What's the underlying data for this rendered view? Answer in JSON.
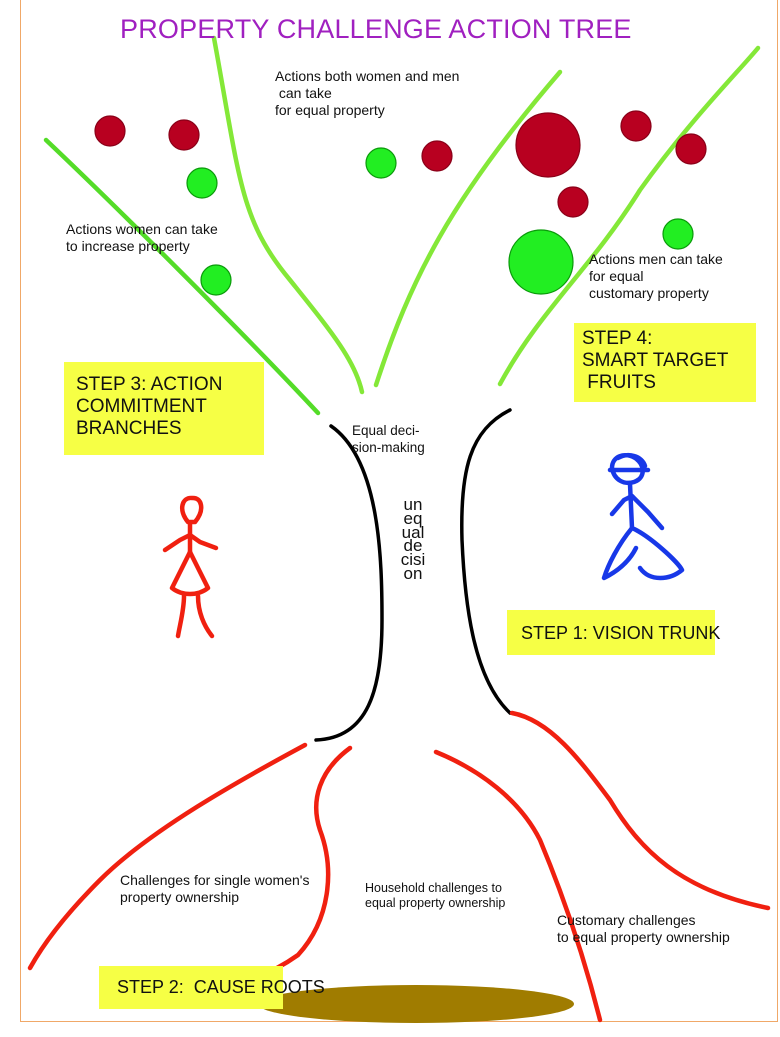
{
  "title": "PROPERTY CHALLENGE ACTION TREE",
  "labels": {
    "both": "Actions both women and men\n can take\nfor equal property",
    "women": "Actions women can take\nto increase property",
    "men": "Actions men can take\nfor equal\ncustomary property",
    "equal_decision": "Equal deci-\nsion-making",
    "single_women": "Challenges for single women's\nproperty ownership",
    "household": "Household challenges to\nequal property ownership",
    "customary": "Customary challenges\nto equal property ownership"
  },
  "trunk_text": "unequaldecision",
  "steps": {
    "step3": "STEP 3: ACTION\nCOMMITMENT\nBRANCHES",
    "step4": "STEP 4:\nSMART TARGET\n FRUITS",
    "step1": "STEP 1: VISION TRUNK",
    "step2": "STEP 2:  CAUSE ROOTS"
  },
  "colors": {
    "title": "#a020c0",
    "branch": "#84e838",
    "root": "#f02010",
    "trunk": "#000000",
    "fruit_red": "#b80020",
    "fruit_green": "#22ee22",
    "step_highlight": "#f6ff45",
    "woman_figure": "#f02010",
    "man_figure": "#1838e8",
    "ground": "#a07c00"
  }
}
